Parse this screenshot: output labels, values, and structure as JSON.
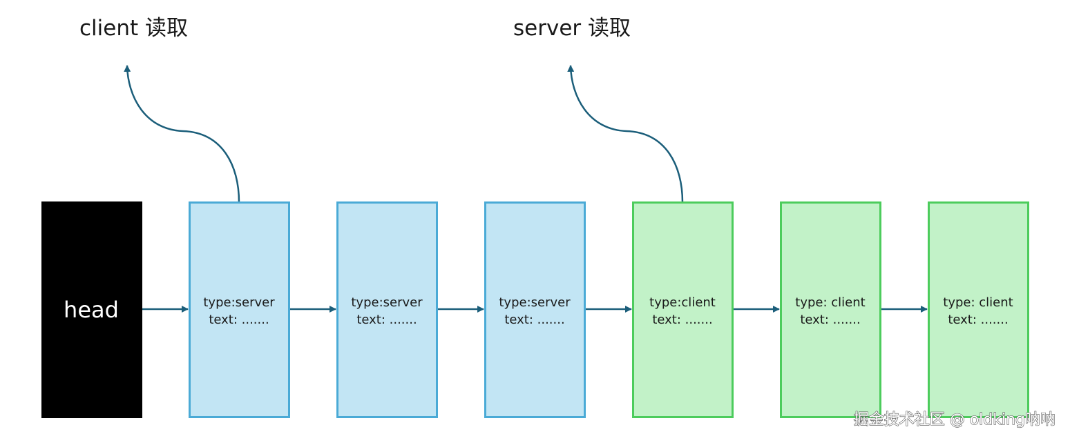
{
  "labels": {
    "client_read": "client 读取",
    "server_read": "server 读取"
  },
  "head": {
    "label": "head"
  },
  "nodes": [
    {
      "type_line": "type:server",
      "text_line": "text: .......",
      "kind": "server"
    },
    {
      "type_line": "type:server",
      "text_line": "text: .......",
      "kind": "server"
    },
    {
      "type_line": "type:server",
      "text_line": "text: .......",
      "kind": "server"
    },
    {
      "type_line": "type:client",
      "text_line": "text: .......",
      "kind": "client"
    },
    {
      "type_line": "type: client",
      "text_line": "text: .......",
      "kind": "client"
    },
    {
      "type_line": "type: client",
      "text_line": "text: .......",
      "kind": "client"
    }
  ],
  "watermark": "掘金技术社区 @ oldking呐呐",
  "colors": {
    "server_fill": "#c2e5f4",
    "server_stroke": "#4aaad6",
    "client_fill": "#c2f2c8",
    "client_stroke": "#4ccc5c",
    "head_fill": "#000000",
    "arrow": "#1b5e7a"
  }
}
